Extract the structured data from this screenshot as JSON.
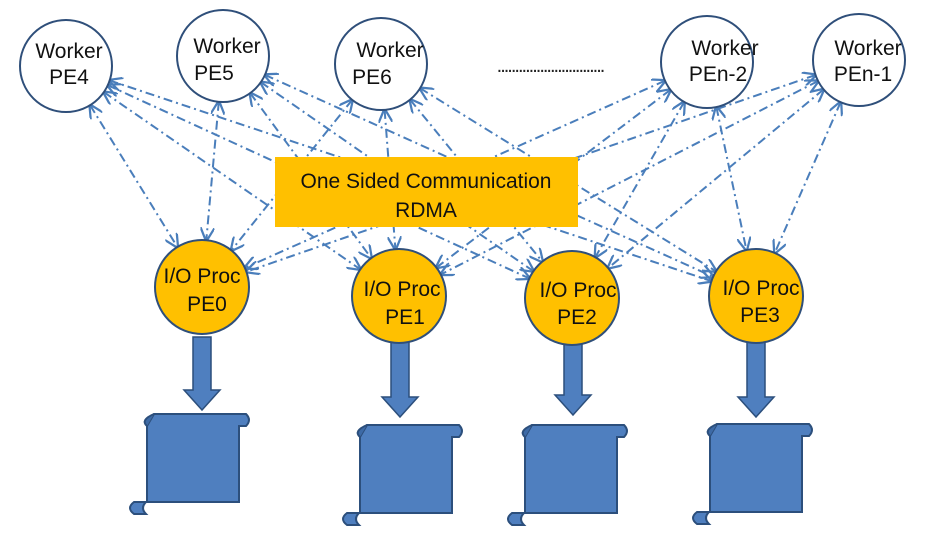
{
  "colors": {
    "worker_fill": "#ffffff",
    "worker_stroke": "#2f4f7a",
    "io_fill": "#ffc000",
    "io_stroke": "#2f4f7a",
    "arrow": "#4a7ebb",
    "banner_fill": "#ffc000",
    "scroll_fill": "#4f7fbf",
    "scroll_stroke": "#2c4f7c"
  },
  "workers": [
    {
      "line1": "Worker",
      "line2": "PE4"
    },
    {
      "line1": "Worker",
      "line2": "PE5"
    },
    {
      "line1": "Worker",
      "line2": "PE6"
    },
    {
      "line1": "Worker",
      "line2": "PEn-2"
    },
    {
      "line1": "Worker",
      "line2": "PEn-1"
    }
  ],
  "ellipsis": "..............................",
  "banner": {
    "line1": "One Sided Communication",
    "line2": "RDMA"
  },
  "io_procs": [
    {
      "line1": "I/O Proc",
      "line2": "PE0"
    },
    {
      "line1": "I/O Proc",
      "line2": "PE1"
    },
    {
      "line1": "I/O Proc",
      "line2": "PE2"
    },
    {
      "line1": "I/O Proc",
      "line2": "PE3"
    }
  ],
  "icons": {
    "storage": "scroll-icon",
    "write": "down-arrow-icon"
  }
}
